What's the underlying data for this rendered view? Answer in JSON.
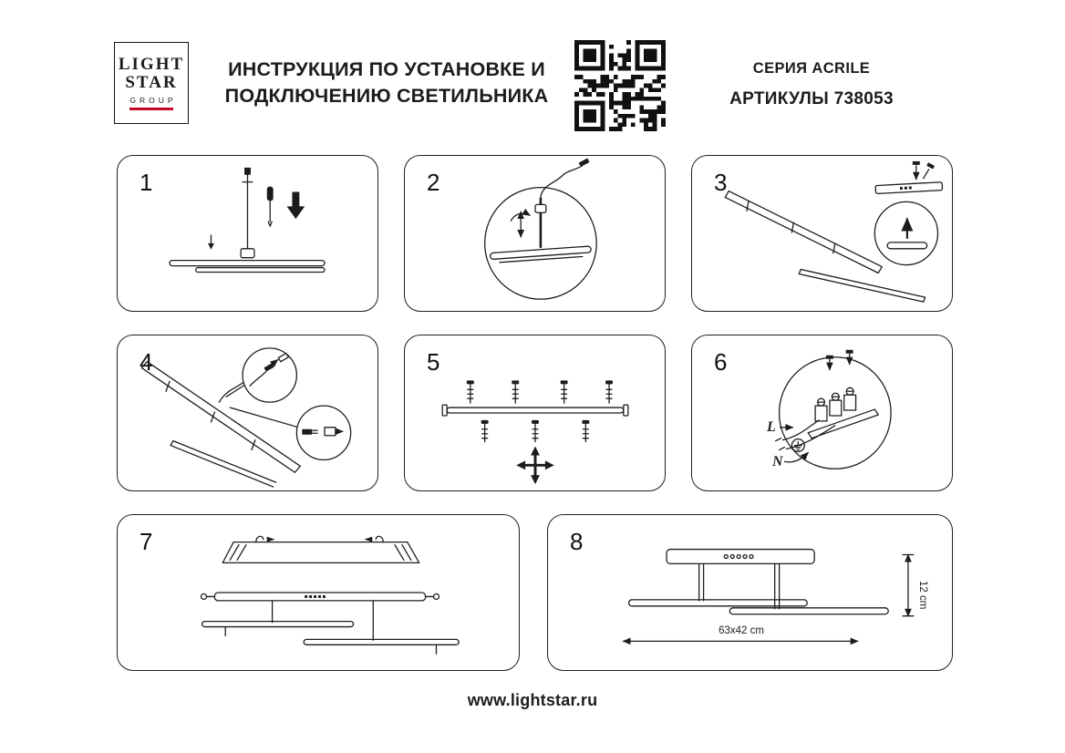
{
  "colors": {
    "ink": "#1c1c1c",
    "accent_red": "#c00a26",
    "background": "#ffffff"
  },
  "header": {
    "logo": {
      "line1": "LIGHT",
      "line2": "STAR",
      "line3": "GROUP"
    },
    "title_line1": "ИНСТРУКЦИЯ ПО УСТАНОВКЕ И",
    "title_line2": "ПОДКЛЮЧЕНИЮ СВЕТИЛЬНИКА",
    "series": "СЕРИЯ ACRILE",
    "articles": "АРТИКУЛЫ 738053",
    "qr_icon": "qr-code"
  },
  "steps": [
    {
      "number": "1"
    },
    {
      "number": "2"
    },
    {
      "number": "3"
    },
    {
      "number": "4"
    },
    {
      "number": "5"
    },
    {
      "number": "6"
    },
    {
      "number": "7"
    },
    {
      "number": "8"
    }
  ],
  "wiring": {
    "line_label": "L",
    "neutral_label": "N"
  },
  "dimensions": {
    "footprint": "63x42 cm",
    "height": "12 cm"
  },
  "footer": {
    "website": "www.lightstar.ru"
  }
}
